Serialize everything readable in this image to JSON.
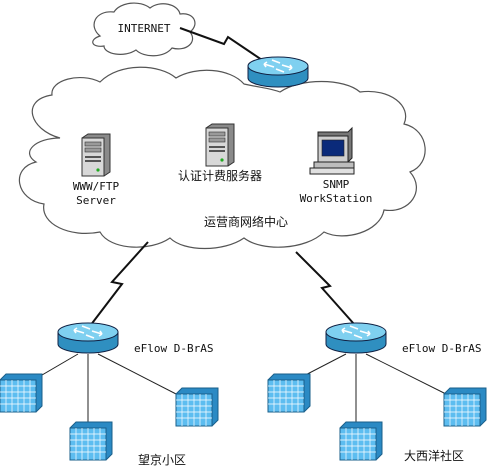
{
  "internet": {
    "label": "INTERNET"
  },
  "carrier_network": {
    "label": "运营商网络中心",
    "servers": {
      "www_ftp": {
        "line1": "WWW/FTP",
        "line2": "Server"
      },
      "auth": {
        "label": "认证计费服务器"
      },
      "snmp": {
        "line1": "SNMP",
        "line2": "WorkStation"
      }
    }
  },
  "bras_left": {
    "label": "eFlow D-BrAS"
  },
  "bras_right": {
    "label": "eFlow D-BrAS"
  },
  "community_left": {
    "label": "望京小区"
  },
  "community_right": {
    "label": "大西洋社区"
  },
  "colors": {
    "router_body": "#3ba8d8",
    "router_top": "#7fd0f0",
    "building": "#4fb3e8",
    "cloud_stroke": "#555555"
  },
  "icons": {
    "router": "router-icon",
    "server": "server-tower-icon",
    "workstation": "computer-monitor-icon",
    "building": "office-building-icon",
    "lightning": "lightning-link-icon"
  }
}
